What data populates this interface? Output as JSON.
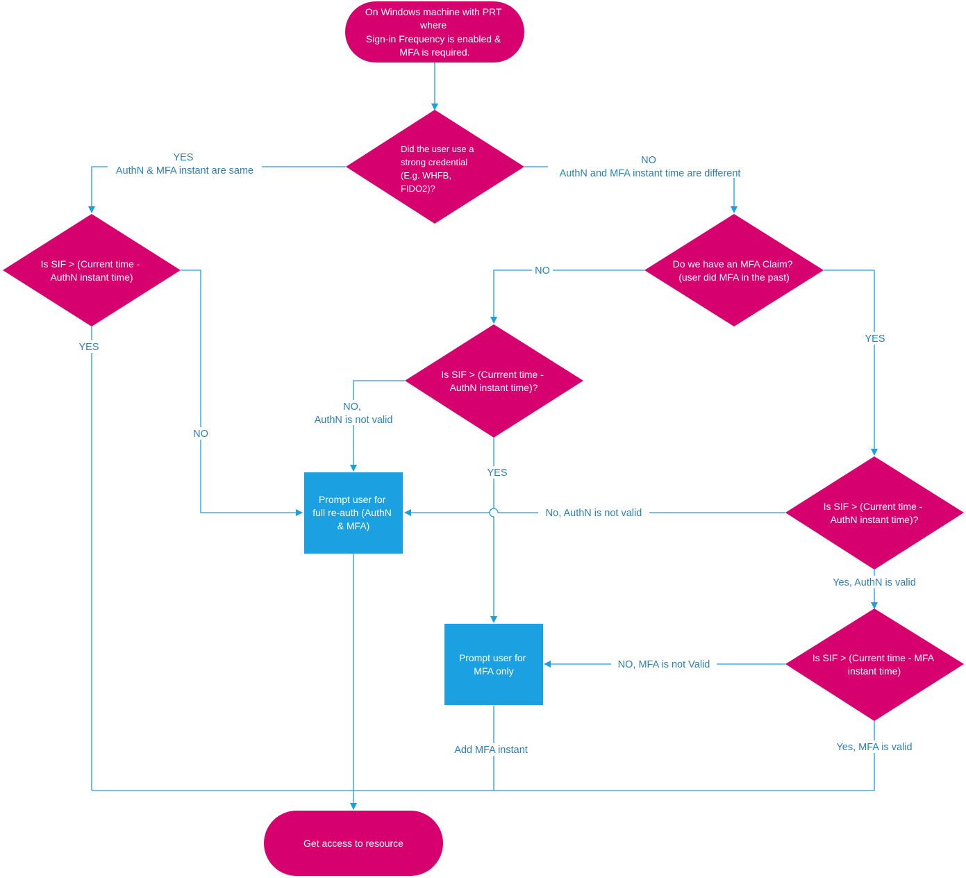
{
  "colors": {
    "decision": "#d6006e",
    "process": "#1ba1e2",
    "edge": "#1a9fe0",
    "edge_text": "#2a7fb5",
    "node_text": "#ffffff"
  },
  "nodes": {
    "start": [
      "On Windows machine with PRT",
      "where",
      "Sign-in Frequency is enabled &",
      "MFA is required."
    ],
    "strong_credential": [
      "Did the user use a",
      "strong credential",
      "(E.g. WHFB,",
      "FIDO2)?"
    ],
    "sif_left": [
      "Is SIF > (Current time -",
      "AuthN instant time)"
    ],
    "mfa_claim": [
      "Do we have an MFA Claim?",
      "(user did MFA in the past)"
    ],
    "sif_middle": [
      "Is SIF > (Currrent time -",
      "AuthN instant time)?"
    ],
    "sif_right_authn": [
      "Is SIF > (Current time -",
      "AuthN instant time)?"
    ],
    "sif_right_mfa": [
      "Is SIF > (Current time - MFA",
      "instant time)"
    ],
    "prompt_full": [
      "Prompt user for",
      "full re-auth (AuthN",
      "& MFA)"
    ],
    "prompt_mfa": [
      "Prompt user for",
      "MFA only"
    ],
    "end": [
      "Get access to resource"
    ]
  },
  "edge_labels": {
    "yes_same": [
      "YES",
      "AuthN & MFA instant are same"
    ],
    "no_different": [
      "NO",
      "AuthN and MFA instant time are different"
    ],
    "left_yes": [
      "YES"
    ],
    "left_no": [
      "NO"
    ],
    "claim_no": [
      "NO"
    ],
    "claim_yes": [
      "YES"
    ],
    "mid_no": [
      "NO,",
      "AuthN is not valid"
    ],
    "mid_yes": [
      "YES"
    ],
    "right_authn_no": [
      "No, AuthN is not valid"
    ],
    "right_authn_yes": [
      "Yes, AuthN is valid"
    ],
    "right_mfa_no": [
      "NO, MFA is not Valid"
    ],
    "right_mfa_yes": [
      "Yes, MFA is valid"
    ],
    "add_mfa": [
      "Add MFA instant"
    ]
  }
}
